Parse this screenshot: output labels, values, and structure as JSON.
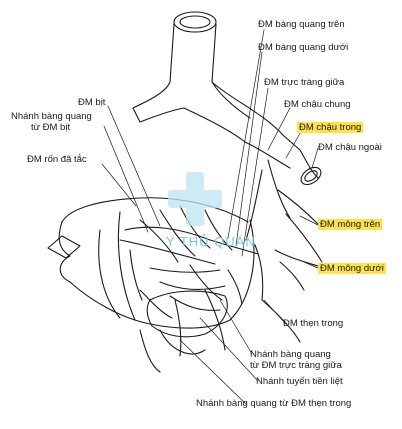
{
  "labels": {
    "bang_quang_tren": "ĐM bàng quang trên",
    "bang_quang_duoi": "ĐM bàng quang dưới",
    "truc_trang_giua": "ĐM trực tràng giữa",
    "chau_chung": "ĐM chậu chung",
    "chau_trong": "ĐM chậu trong",
    "chau_ngoai": "ĐM chậu ngoài",
    "mong_tren": "ĐM mông trên",
    "mong_duoi": "ĐM mông dưới",
    "dm_bit": "ĐM bịt",
    "nhanh_bq_bit_1": "Nhánh bàng quang",
    "nhanh_bq_bit_2": "từ ĐM bịt",
    "ron_da_tac": "ĐM rốn đã tắc",
    "then_trong": "ĐM thẹn trong",
    "nhanh_bq_tt_1": "Nhánh bàng quang",
    "nhanh_bq_tt_2": "từ ĐM trực tràng giữa",
    "tuyen_tien_liet": "Nhánh tuyến tiền liệt",
    "nhanh_bq_then": "Nhánh bàng quang từ ĐM thẹn trong"
  },
  "watermark": {
    "text": "Y THỦ QUÁN"
  },
  "colors": {
    "highlight": "#fde24a",
    "line": "#1a1a1a",
    "watermark": "#7fc7e8"
  }
}
